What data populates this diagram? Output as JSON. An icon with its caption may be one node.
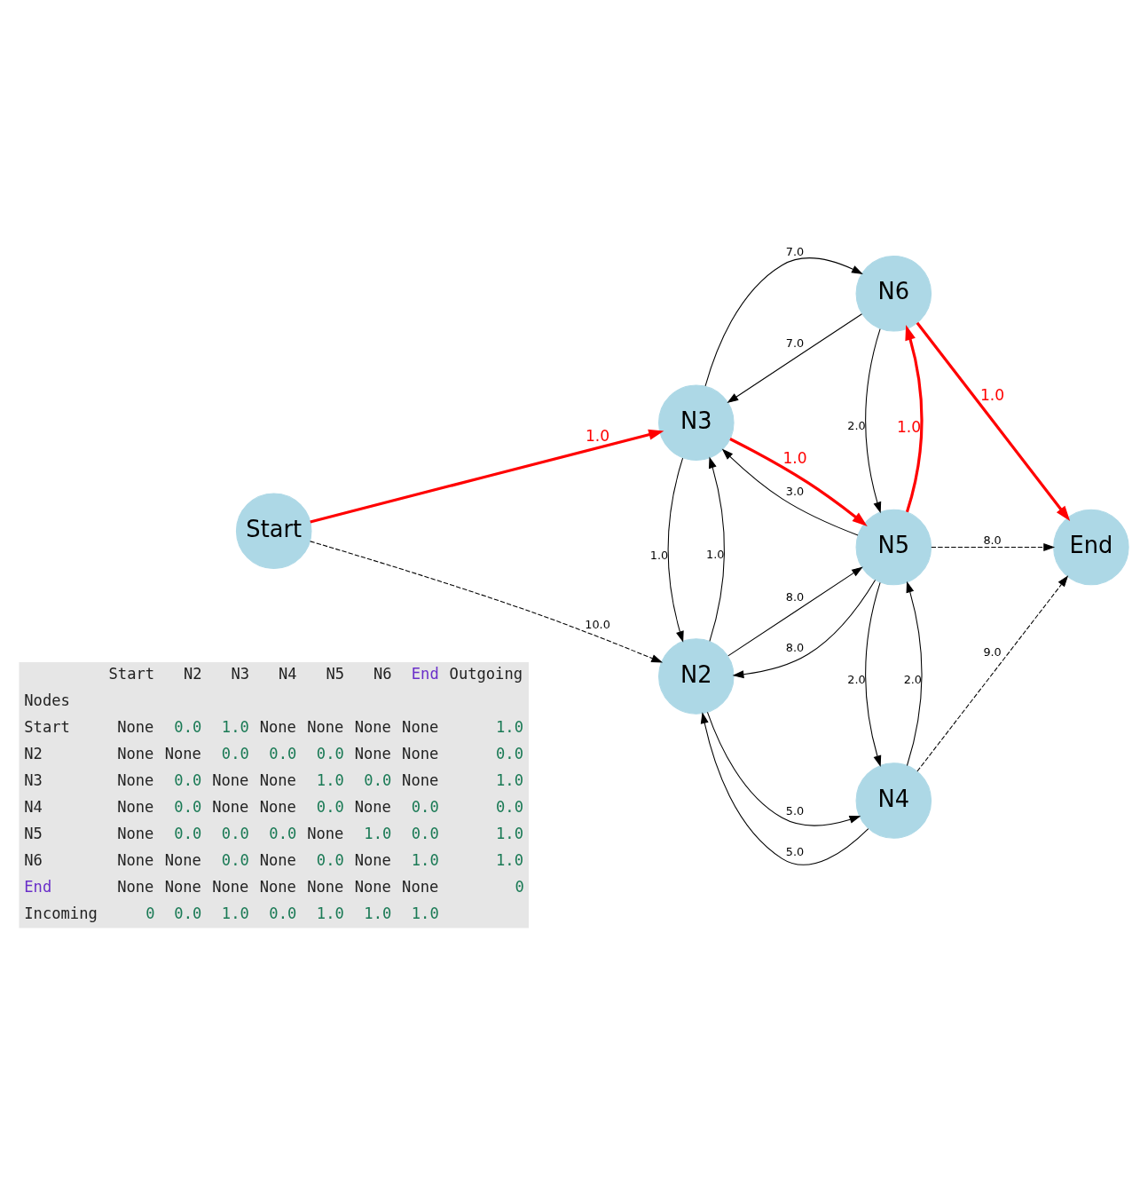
{
  "diagram": {
    "nodes": [
      {
        "text": [
          "Start"
        ]
      },
      {
        "text": [
          "N2"
        ]
      },
      {
        "text": [
          "N3"
        ]
      },
      {
        "text": [
          "N4"
        ]
      },
      {
        "text": [
          "N5"
        ]
      },
      {
        "text": [
          "N6"
        ]
      },
      {
        "text": [
          "End"
        ]
      }
    ],
    "edges": [
      {
        "from": 0,
        "to": 1,
        "arrow": "to",
        "label": "10.0",
        "style": "dashed"
      },
      {
        "from": 0,
        "to": 2,
        "arrow": "to",
        "label": "1.0",
        "style": "thick",
        "color": "#ff0000"
      },
      {
        "from": 1,
        "to": 3,
        "arrow": "to",
        "label": "5.0"
      },
      {
        "from": 3,
        "to": 1,
        "arrow": "to",
        "label": "5.0"
      },
      {
        "from": 1,
        "to": 2,
        "arrow": "to",
        "label": "1.0"
      },
      {
        "from": 2,
        "to": 1,
        "arrow": "to",
        "label": "1.0"
      },
      {
        "from": 1,
        "to": 4,
        "arrow": "to",
        "label": "8.0"
      },
      {
        "from": 4,
        "to": 1,
        "arrow": "to",
        "label": "8.0"
      },
      {
        "from": 2,
        "to": 4,
        "arrow": "to",
        "label": "1.0",
        "style": "thick",
        "color": "#ff0000"
      },
      {
        "from": 4,
        "to": 2,
        "arrow": "to",
        "label": "3.0"
      },
      {
        "from": 2,
        "to": 5,
        "arrow": "to",
        "label": "7.0"
      },
      {
        "from": 5,
        "to": 2,
        "arrow": "to",
        "label": "7.0"
      },
      {
        "from": 3,
        "to": 4,
        "arrow": "to",
        "label": "2.0"
      },
      {
        "from": 4,
        "to": 3,
        "arrow": "to",
        "label": "2.0"
      },
      {
        "from": 3,
        "to": 6,
        "arrow": "to",
        "label": "9.0",
        "style": "dashed"
      },
      {
        "from": 4,
        "to": 6,
        "arrow": "to",
        "label": "8.0",
        "style": "dashed"
      },
      {
        "from": 4,
        "to": 5,
        "arrow": "to",
        "label": "1.0",
        "style": "thick",
        "color": "#ff0000"
      },
      {
        "from": 5,
        "to": 4,
        "arrow": "to",
        "label": "2.0"
      },
      {
        "from": 5,
        "to": 6,
        "arrow": "to",
        "label": "1.0",
        "style": "thick",
        "color": "#ff0000"
      }
    ],
    "labels": [
      "Start",
      "N2",
      "N3",
      "N4",
      "N5",
      "N6",
      "End",
      "Outgoing",
      "Nodes",
      "Start",
      "None",
      "0.0",
      "1.0",
      "None",
      "None",
      "None",
      "None",
      "1.0",
      "N2",
      "None",
      "None",
      "0.0",
      "0.0",
      "0.0",
      "None",
      "None",
      "0.0",
      "N3",
      "None",
      "0.0",
      "None",
      "None",
      "1.0",
      "0.0",
      "None",
      "1.0",
      "N4",
      "None",
      "0.0",
      "None",
      "None",
      "0.0",
      "None",
      "0.0",
      "0.0",
      "N5",
      "None",
      "0.0",
      "0.0",
      "0.0",
      "None",
      "1.0",
      "0.0",
      "1.0",
      "N6",
      "None",
      "None",
      "0.0",
      "None",
      "0.0",
      "None",
      "1.0",
      "1.0",
      "End",
      "None",
      "None",
      "None",
      "None",
      "None",
      "None",
      "None",
      "0",
      "Incoming",
      "0",
      "0.0",
      "1.0",
      "0.0",
      "1.0",
      "1.0",
      "1.0"
    ]
  }
}
